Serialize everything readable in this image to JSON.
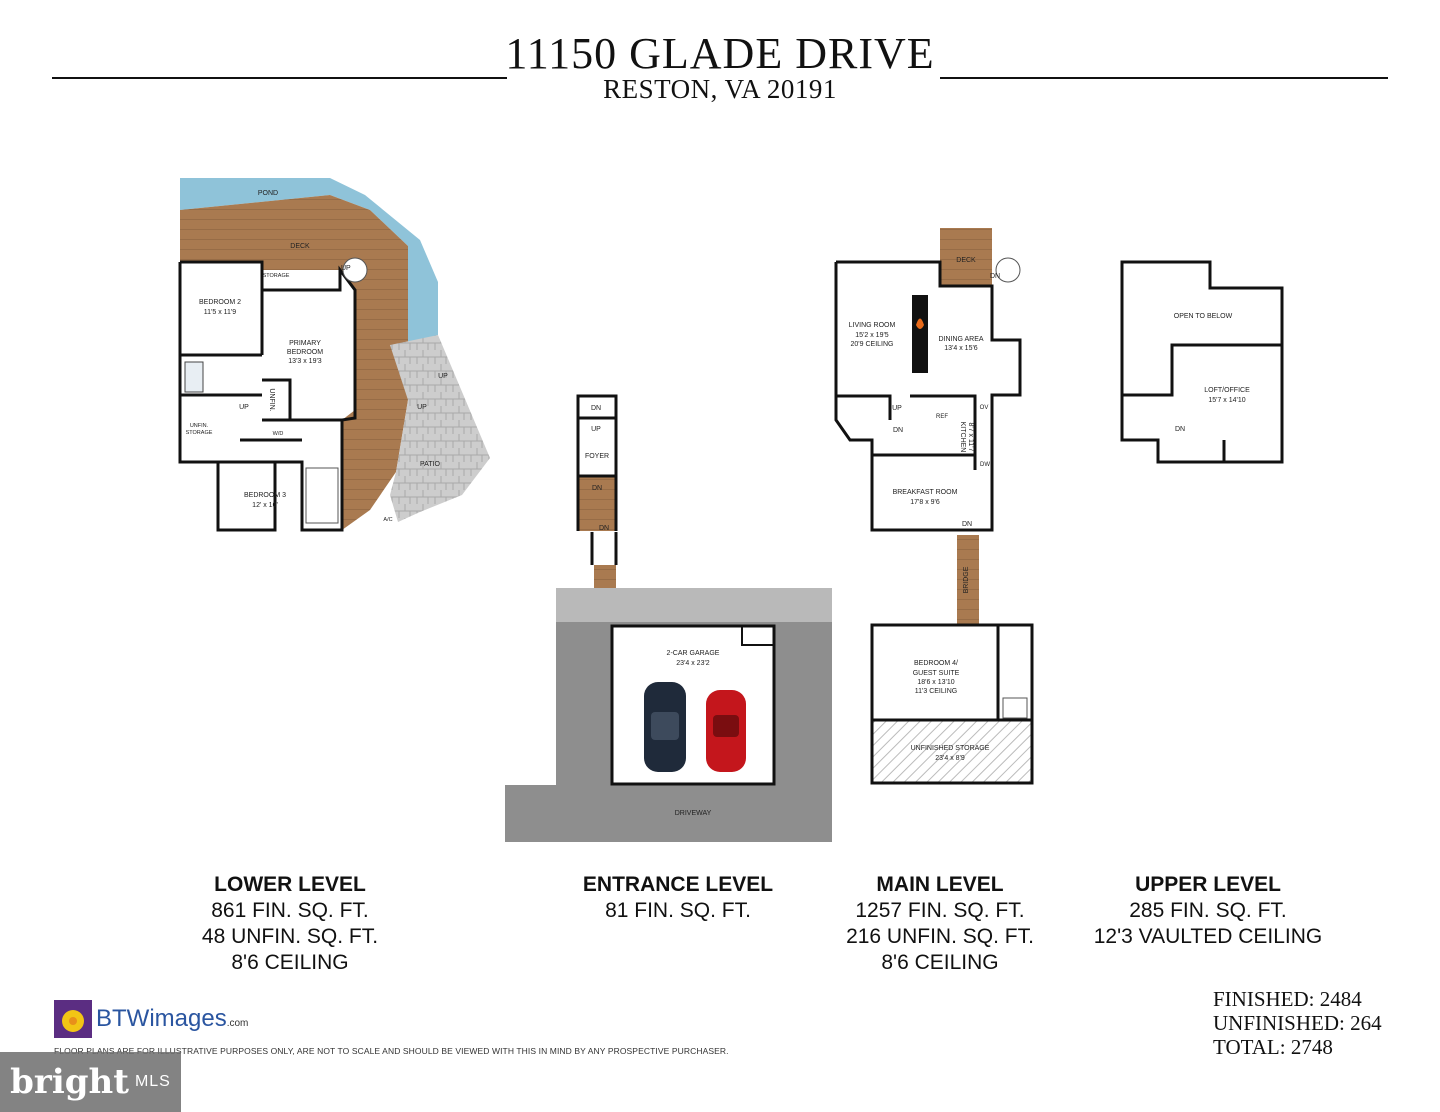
{
  "header": {
    "title": "11150 GLADE DRIVE",
    "subtitle": "RESTON, VA 20191"
  },
  "plan_labels": {
    "pond": "POND",
    "deck_lower": "DECK",
    "storage": "STORAGE",
    "up": "UP",
    "dn": "DN",
    "bedroom2": "BEDROOM 2",
    "bedroom2_dim": "11'5 x 11'9",
    "primary": "PRIMARY",
    "primary2": "BEDROOM",
    "primary_dim": "13'3 x 19'3",
    "unfin": "UNFIN.",
    "unfin_storage1": "UNFIN.",
    "unfin_storage2": "STORAGE",
    "wd": "W/D",
    "bedroom3": "BEDROOM 3",
    "bedroom3_dim": "12' x 10'",
    "patio": "PATIO",
    "ac": "A/C",
    "foyer": "FOYER",
    "garage": "2-CAR GARAGE",
    "garage_dim": "23'4 x 23'2",
    "driveway": "DRIVEWAY",
    "deck_main": "DECK",
    "living": "LIVING ROOM",
    "living_dim": "15'2 x 19'5",
    "living_ceiling": "20'9 CEILING",
    "dining": "DINING AREA",
    "dining_dim": "13'4 x 15'6",
    "kitchen": "KITCHEN",
    "kitchen_dim": "8'7 x 11'7",
    "ref": "REF",
    "ov": "OV",
    "dw": "DW",
    "breakfast": "BREAKFAST ROOM",
    "breakfast_dim": "17'8 x 9'6",
    "bridge": "BRIDGE",
    "bedroom4": "BEDROOM 4/",
    "bedroom4b": "GUEST SUITE",
    "bedroom4_dim": "18'6 x 13'10",
    "bedroom4_ceiling": "11'3 CEILING",
    "unfinished_storage": "UNFINISHED STORAGE",
    "unfinished_storage_dim": "23'4 x 8'9",
    "open_below": "OPEN TO BELOW",
    "loft": "LOFT/OFFICE",
    "loft_dim": "15'7 x 14'10"
  },
  "levels": {
    "lower": {
      "name": "LOWER LEVEL",
      "l1": "861 FIN. SQ. FT.",
      "l2": "48 UNFIN. SQ. FT.",
      "l3": "8'6 CEILING"
    },
    "entrance": {
      "name": "ENTRANCE LEVEL",
      "l1": "81 FIN. SQ. FT."
    },
    "main": {
      "name": "MAIN LEVEL",
      "l1": "1257 FIN. SQ. FT.",
      "l2": "216 UNFIN. SQ. FT.",
      "l3": "8'6 CEILING"
    },
    "upper": {
      "name": "UPPER LEVEL",
      "l1": "285 FIN. SQ. FT.",
      "l2": "12'3 VAULTED CEILING"
    }
  },
  "totals": {
    "finished": "FINISHED: 2484",
    "unfinished": "UNFINISHED: 264",
    "total": "TOTAL: 2748"
  },
  "brand": {
    "name": "BTWimages",
    "suffix": ".com",
    "disclaimer": "FLOOR PLANS ARE FOR ILLUSTRATIVE PURPOSES ONLY, ARE NOT TO SCALE AND SHOULD BE VIEWED WITH THIS IN MIND BY ANY PROSPECTIVE PURCHASER."
  },
  "watermark": {
    "bright": "bright",
    "mls": "MLS"
  },
  "colors": {
    "pond": "#8fc3d9",
    "deck": "#a97a50",
    "patio": "#c8c8c8",
    "driveway": "#8e8e8e",
    "garage_apron": "#b9b9b9",
    "car_dark": "#1f2a3a",
    "car_red": "#c4161c",
    "brand_blue": "#2a55a0"
  }
}
